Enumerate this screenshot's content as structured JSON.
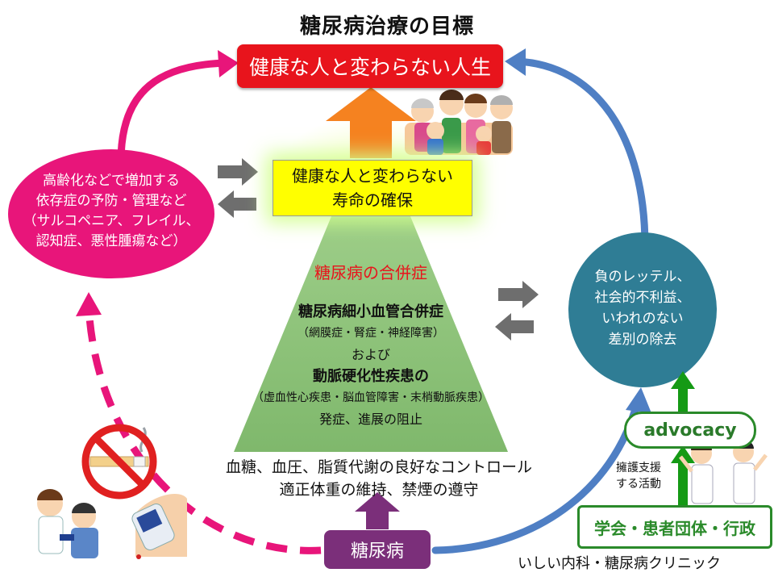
{
  "title": "糖尿病治療の目標",
  "goal": "健康な人と変わらない人生",
  "lifespan": {
    "line1": "健康な人と変わらない",
    "line2": "寿命の確保"
  },
  "elderly": {
    "line1": "高齢化などで増加する",
    "line2": "依存症の予防・管理など",
    "line3": "（サルコペニア、フレイル、",
    "line4": "認知症、悪性腫瘍など）"
  },
  "stigma": {
    "line1": "負のレッテル、",
    "line2": "社会的不利益、",
    "line3": "いわれのない",
    "line4": "差別の除去"
  },
  "complications": {
    "title": "糖尿病の合併症",
    "micro": "糖尿病細小血管合併症",
    "micro_detail": "（網膜症・腎症・神経障害）",
    "and": "および",
    "macro": "動脈硬化性疾患の",
    "macro_detail": "（虚血性心疾患・脳血管障害・末梢動脈疾患）",
    "prevent": "発症、進展の阻止"
  },
  "control": {
    "line1": "血糖、血圧、脂質代謝の良好なコントロール",
    "line2": "適正体重の維持、禁煙の遵守"
  },
  "diabetes": "糖尿病",
  "advocacy": "advocacy",
  "support": {
    "line1": "擁護支援",
    "line2": "する活動"
  },
  "society": "学会・患者団体・行政",
  "clinic": "いしい内科・糖尿病クリニック",
  "colors": {
    "pink": "#e8157a",
    "blue": "#2f7d95",
    "arrow_blue": "#4f7fc4",
    "goal_red": "#e8141c",
    "triangle_green": "#8ec07c",
    "orange": "#f58220",
    "purple": "#7b2f7a",
    "green": "#2a8a2a",
    "gray": "#6e6e6e"
  }
}
